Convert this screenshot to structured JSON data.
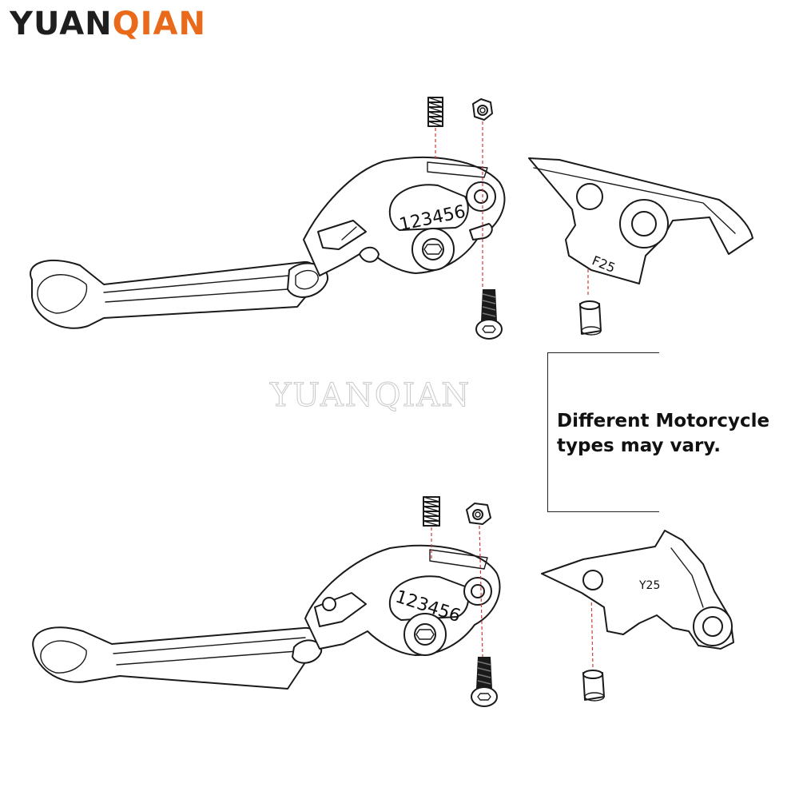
{
  "brand": {
    "logo_part_a": "YUAN",
    "logo_part_b": "QIAN"
  },
  "watermark": {
    "text": "YUANQIAN"
  },
  "note": {
    "text": "Different Motorcycle types may vary."
  },
  "top_assembly": {
    "adjuster_marking": "123456",
    "bracket_label": "F25"
  },
  "bottom_assembly": {
    "adjuster_marking": "123456",
    "bracket_label": "Y25"
  },
  "colors": {
    "brand_dark": "#1e1e1e",
    "brand_accent": "#e86a1a",
    "guide_line": "#d23a3a"
  }
}
